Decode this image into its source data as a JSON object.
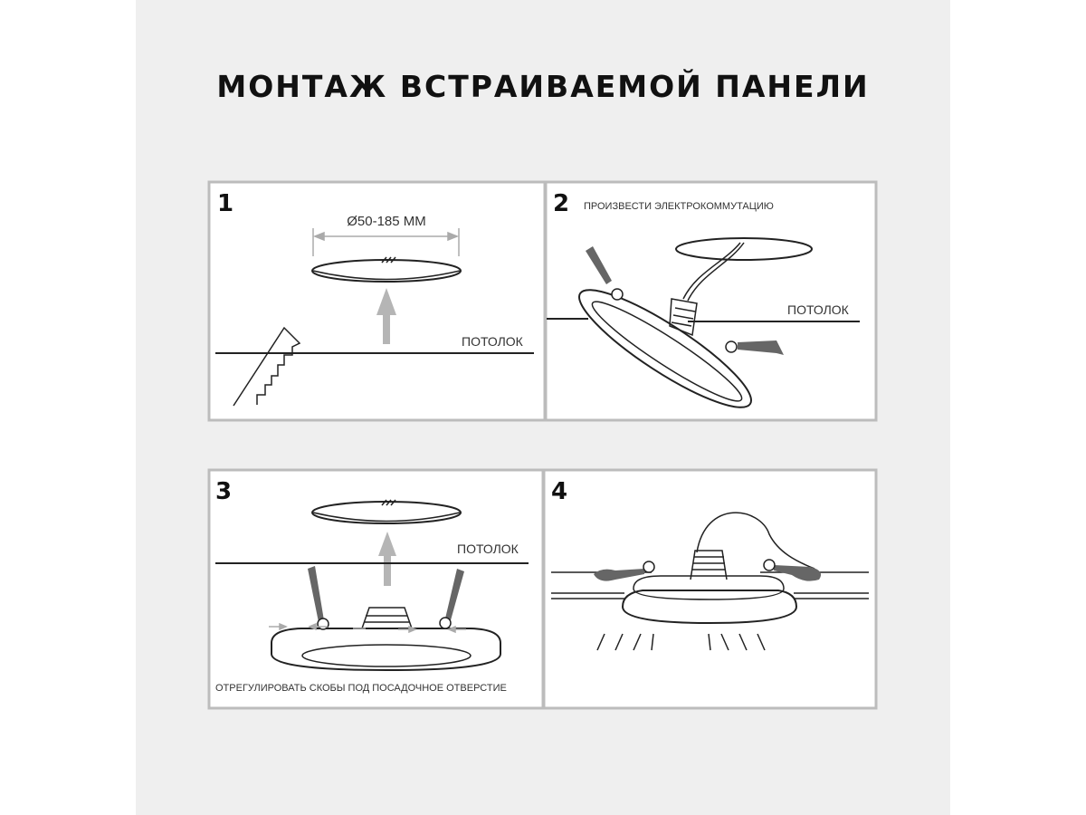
{
  "title": "МОНТАЖ ВСТРАИВАЕМОЙ ПАНЕЛИ",
  "steps": [
    {
      "number": "1",
      "dimension": "Ø50-185 MM",
      "ceiling": "ПОТОЛОК"
    },
    {
      "number": "2",
      "caption": "ПРОИЗВЕСТИ ЭЛЕКТРОКОММУТАЦИЮ",
      "ceiling": "ПОТОЛОК"
    },
    {
      "number": "3",
      "ceiling": "ПОТОЛОК",
      "caption": "ОТРЕГУЛИРОВАТЬ СКОБЫ ПОД ПОСАДОЧНОЕ ОТВЕРСТИЕ"
    },
    {
      "number": "4"
    }
  ],
  "colors": {
    "frame": "#bcbcbc",
    "background": "#efefef",
    "arrow": "#b5b5b5",
    "clip": "#666666"
  }
}
